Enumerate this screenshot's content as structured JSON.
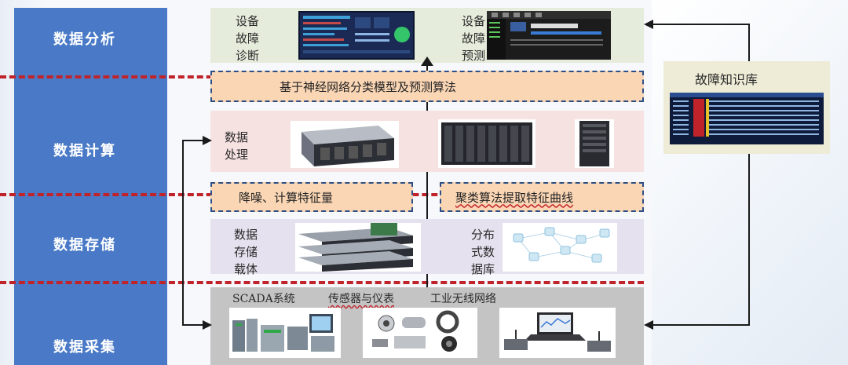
{
  "layers": {
    "analysis": "数据分析",
    "compute": "数据计算",
    "storage": "数据存储",
    "collection": "数据采集"
  },
  "top_panel": {
    "diagnosis": "设备\n故障\n诊断",
    "prediction": "设备\n故障\n预测"
  },
  "algorithm_box": "基于神经网络分类模型及预测算法",
  "processing": {
    "label": "数据\n处理"
  },
  "compute_boxes": {
    "left": "降噪、计算特征量",
    "right": "聚类算法提取特征曲线"
  },
  "storage_panel": {
    "carrier_label": "数据\n存储\n载体",
    "distributed_label": "分布\n式数\n据库"
  },
  "collection_panel": {
    "scada": "SCADA系统",
    "sensors": "传感器与仪表",
    "wireless": "工业无线网络"
  },
  "knowledge_base": {
    "title": "故障知识库"
  },
  "colors": {
    "left_column": "#4a7ac7",
    "separator": "#c0242a",
    "algo_fill": "#fad6b5",
    "algo_border": "#2e4f86",
    "knowledge_fill": "#eeebd6"
  }
}
